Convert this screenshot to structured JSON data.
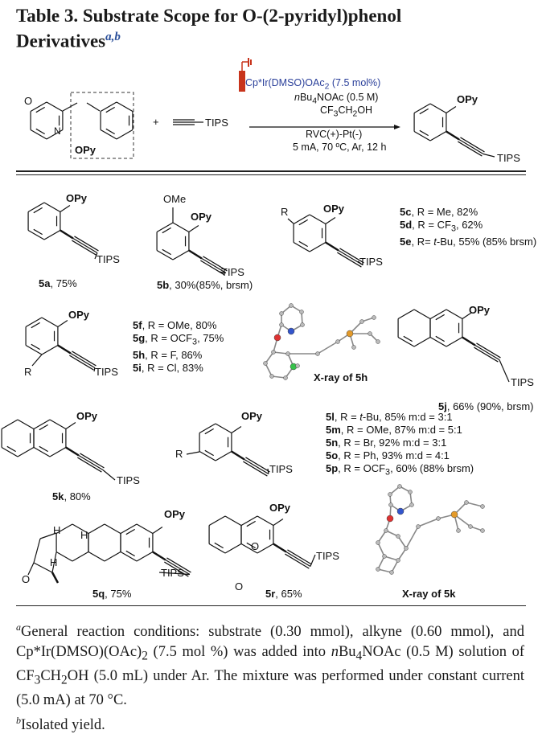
{
  "title": {
    "line1": "Table 3. Substrate Scope for O-(2-pyridyl)phenol",
    "line2": "Derivatives",
    "sup": "a,b"
  },
  "scheme": {
    "substrate_atoms": {
      "o": "O",
      "n": "N",
      "opy": "OPy"
    },
    "plus": "+",
    "alkyne": "TIPS",
    "catalyst": [
      "Cp*Ir(DMSO)OAc",
      "2",
      " (7.5 mol%)"
    ],
    "additive": [
      "n",
      "Bu",
      "4",
      "NOAc (0.5 M)"
    ],
    "solvent": [
      "CF",
      "3",
      "CH",
      "2",
      "OH"
    ],
    "electrodes": "RVC(+)-Pt(-)",
    "conditions": "5 mA, 70 ºC, Ar, 12 h",
    "product_opy": "OPy",
    "product_tips": "TIPS"
  },
  "compounds": {
    "a": {
      "opy": "OPy",
      "tips": "TIPS",
      "id": "5a",
      "yield": ", 75%"
    },
    "b": {
      "ome": "OMe",
      "opy": "OPy",
      "tips": "TIPS",
      "id": "5b",
      "yield": ", 30%(85%, brsm)"
    },
    "ce": {
      "r": "R",
      "opy": "OPy",
      "tips": "TIPS",
      "list": [
        {
          "id": "5c",
          "text": ", R = Me, 82%"
        },
        {
          "id": "5d",
          "text": ", R = CF",
          "sub": "3",
          "after": ", 62%"
        },
        {
          "id": "5e",
          "text": ", R= ",
          "it": "t",
          "after": "-Bu, 55% (85% brsm)"
        }
      ]
    },
    "fi": {
      "r": "R",
      "opy": "OPy",
      "tips": "TIPS",
      "list": [
        {
          "id": "5f",
          "text": ", R = OMe, 80%"
        },
        {
          "id": "5g",
          "text": ", R = OCF",
          "sub": "3",
          "after": ", 75%"
        },
        {
          "id": "5h",
          "text": ",  R = F, 86%"
        },
        {
          "id": "5i",
          "text": ", R = Cl, 83%"
        }
      ]
    },
    "xray_5h": "X-ray of 5h",
    "j": {
      "opy": "OPy",
      "tips": "TIPS",
      "id": "5j",
      "yield": ", 66% (90%, brsm)"
    },
    "k": {
      "opy": "OPy",
      "tips": "TIPS",
      "id": "5k",
      "yield": ", 80%"
    },
    "lp": {
      "r": "R",
      "opy": "OPy",
      "tips": "TIPS",
      "list": [
        {
          "id": "5l",
          "text": ", R = ",
          "it": "t",
          "after": "-Bu, 85% m:d = 3:1"
        },
        {
          "id": "5m",
          "text": ", R = OMe, 87% m:d = 5:1"
        },
        {
          "id": "5n",
          "text": ",  R = Br, 92% m:d = 3:1"
        },
        {
          "id": "5o",
          "text": ", R = Ph, 93% m:d = 4:1"
        },
        {
          "id": "5p",
          "text": ", R = OCF",
          "sub": "3",
          "after": ", 60% (88% brsm)"
        }
      ]
    },
    "q": {
      "opy": "OPy",
      "tips": "TIPS",
      "h1": "H",
      "h2": "H",
      "h3": "H",
      "o": "O",
      "id": "5q",
      "yield": ", 75%"
    },
    "r": {
      "opy": "OPy",
      "tips": "TIPS",
      "o1": "O",
      "o2": "O",
      "id": "5r",
      "yield": ", 65%"
    },
    "xray_5k": "X-ray of 5k"
  },
  "footnote": {
    "a_mark": "a",
    "a_text1": "General reaction conditions: substrate (0.30 mmol), alkyne (0.60 mmol), and Cp*Ir(DMSO)(OAc)",
    "a_sub1": "2",
    "a_text2": " (7.5 mol %) was added into ",
    "a_n": "n",
    "a_text3": "Bu",
    "a_sub2": "4",
    "a_text4": "NOAc (0.5 M) solution of CF",
    "a_sub3": "3",
    "a_text5": "CH",
    "a_sub4": "2",
    "a_text6": "OH (5.0 mL) under Ar. The mixture was performed under constant current (5.0 mA) at 70 °C.",
    "b_mark": "b",
    "b_text": "Isolated yield."
  },
  "colors": {
    "accent": "#2a3f9a",
    "electrode": "#c8341c",
    "silicon": "#e39a2a",
    "chlorine": "#36c24a"
  }
}
